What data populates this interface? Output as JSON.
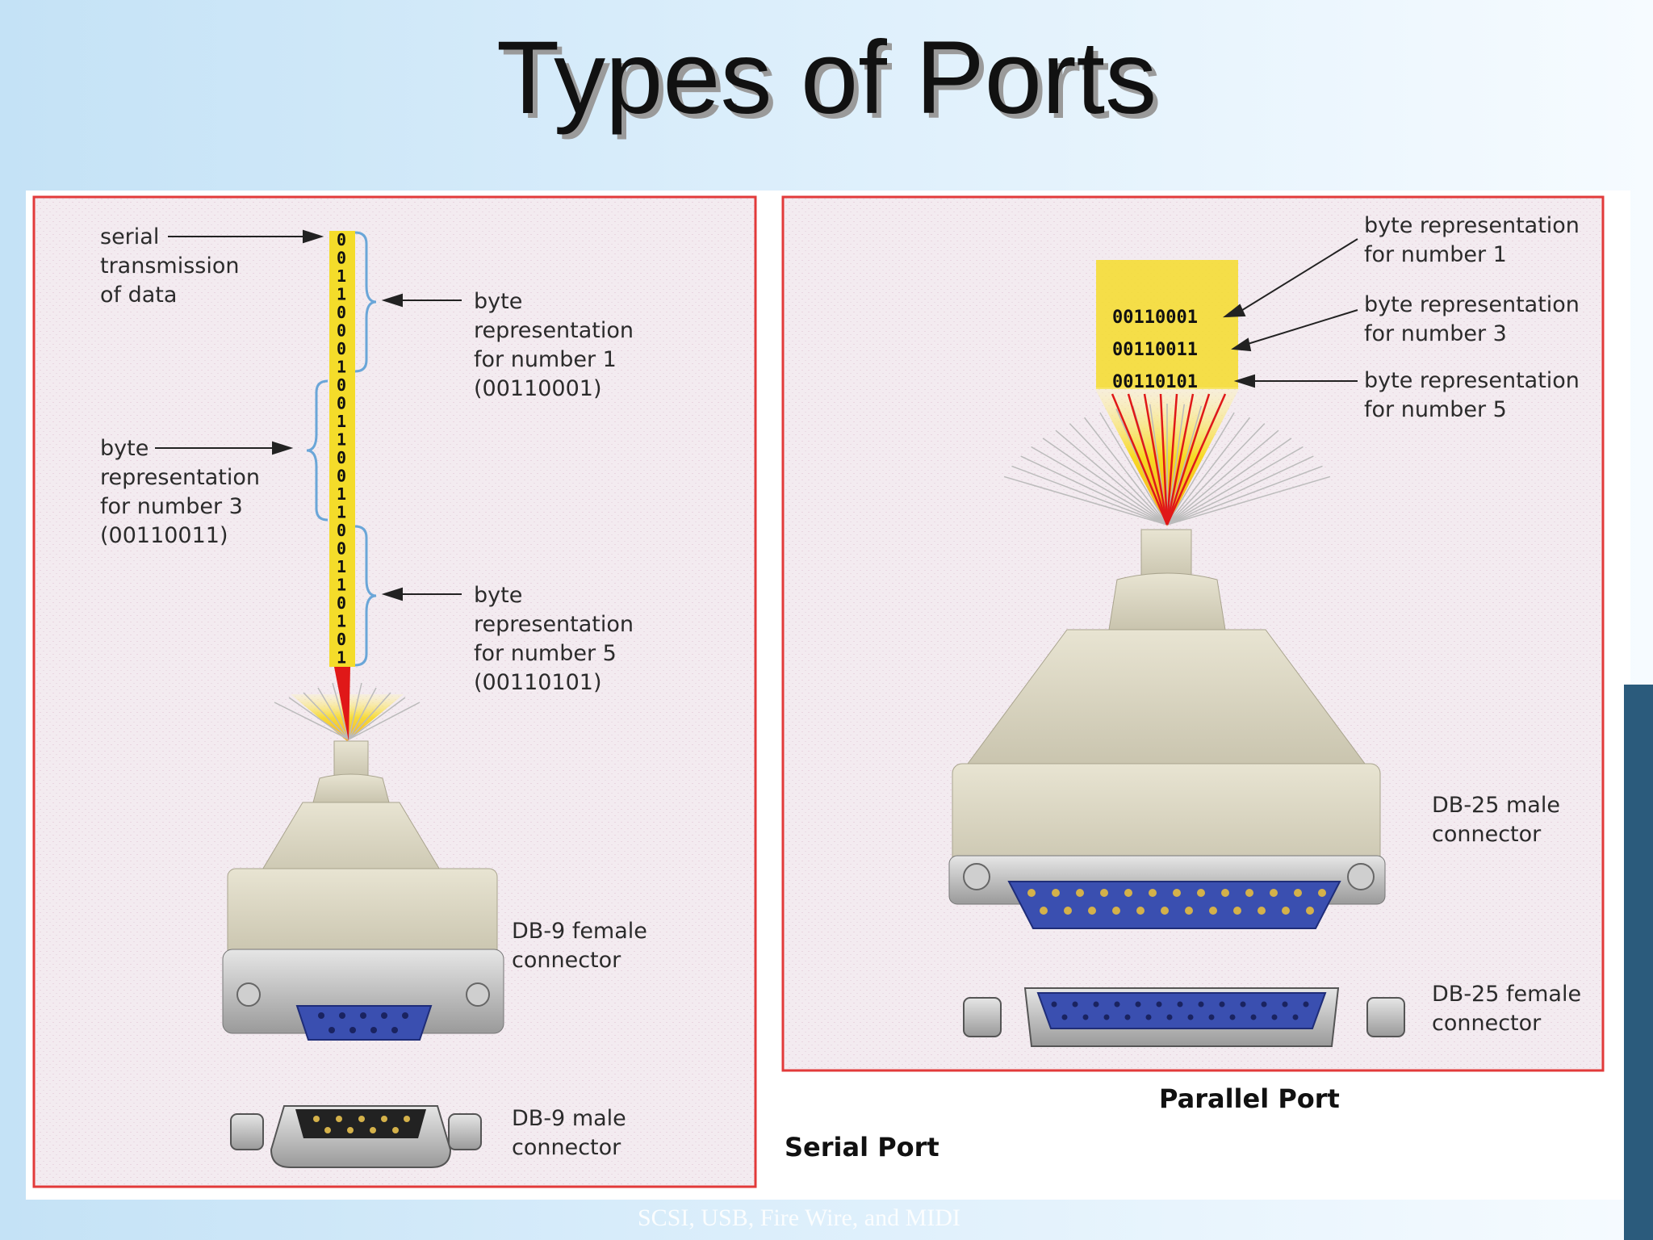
{
  "title": "Types of Ports",
  "serial": {
    "caption": "Serial Port",
    "stream_label": [
      "serial",
      "transmission",
      "of data"
    ],
    "bits": [
      "0",
      "0",
      "1",
      "1",
      "0",
      "0",
      "0",
      "1",
      "0",
      "0",
      "1",
      "1",
      "0",
      "0",
      "1",
      "1",
      "0",
      "0",
      "1",
      "1",
      "0",
      "1",
      "0",
      "1"
    ],
    "byte1_label": [
      "byte",
      "representation",
      "for number 1",
      "(00110001)"
    ],
    "byte3_label": [
      "byte",
      "representation",
      "for number 3",
      "(00110011)"
    ],
    "byte5_label": [
      "byte",
      "representation",
      "for number 5",
      "(00110101)"
    ],
    "female_label": [
      "DB-9 female",
      "connector"
    ],
    "male_label": [
      "DB-9 male",
      "connector"
    ]
  },
  "parallel": {
    "caption": "Parallel Port",
    "bytes": [
      "00110001",
      "00110011",
      "00110101"
    ],
    "byte1_label": [
      "byte representation",
      "for number 1"
    ],
    "byte3_label": [
      "byte representation",
      "for number 3"
    ],
    "byte5_label": [
      "byte representation",
      "for number 5"
    ],
    "male_label": [
      "DB-25 male",
      "connector"
    ],
    "female_label": [
      "DB-25 female",
      "connector"
    ]
  },
  "footer": "SCSI, USB, Fire Wire, and MIDI",
  "colors": {
    "frame": "#e23a3a",
    "panel": "#f2e8ee",
    "stream": "#f4dc2a",
    "ray": "#e01818",
    "pins": "#3a4fb0"
  }
}
